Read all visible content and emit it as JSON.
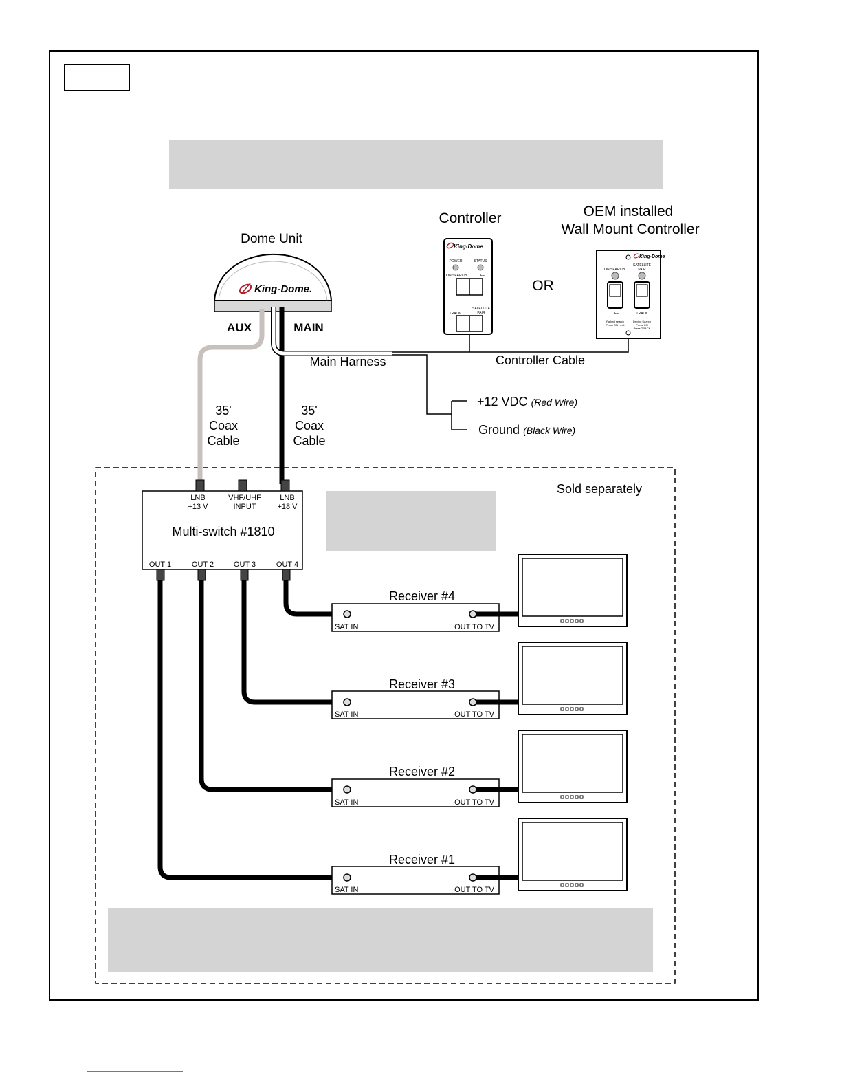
{
  "dome": {
    "title": "Dome Unit",
    "brand": "King-Dome.",
    "aux_label": "AUX",
    "main_label": "MAIN"
  },
  "cables": {
    "aux_coax": [
      "35'",
      "Coax",
      "Cable"
    ],
    "main_coax": [
      "35'",
      "Coax",
      "Cable"
    ],
    "main_harness": "Main Harness",
    "controller_cable": "Controller Cable",
    "power_positive": "+12 VDC",
    "power_positive_note": "(Red Wire)",
    "power_ground": "Ground",
    "power_ground_note": "(Black Wire)"
  },
  "controller": {
    "title": "Controller",
    "brand": "King-Dome",
    "power_label": "POWER",
    "status_label": "STATUS",
    "on_search_label": "ON/SEARCH",
    "off_label": "OFF",
    "track_label": "TRACK",
    "satellite_pair_label": [
      "SATELLITE",
      "PAIR"
    ]
  },
  "or_label": "OR",
  "wall_controller": {
    "title": [
      "OEM installed",
      "Wall Mount Controller"
    ],
    "brand": "King-Dome",
    "on_search_label": "ON/SEARCH",
    "satellite_pair_label": [
      "SATELLITE",
      "PAIR"
    ],
    "off_label": "OFF",
    "track_label": "TRACK",
    "left_note": [
      "Parked search",
      "Press ON / exit"
    ],
    "right_note": [
      "Driving Search",
      "Press ON",
      "Press TRACK"
    ]
  },
  "sold_separately": "Sold separately",
  "multiswitch": {
    "title": "Multi-switch #1810",
    "inputs": [
      {
        "line1": "LNB",
        "line2": "+13 V"
      },
      {
        "line1": "VHF/UHF",
        "line2": "INPUT"
      },
      {
        "line1": "LNB",
        "line2": "+18 V"
      }
    ],
    "outputs": [
      "OUT 1",
      "OUT 2",
      "OUT 3",
      "OUT 4"
    ]
  },
  "receivers": [
    {
      "name": "Receiver #4",
      "in_label": "SAT IN",
      "out_label": "OUT TO TV"
    },
    {
      "name": "Receiver #3",
      "in_label": "SAT IN",
      "out_label": "OUT TO TV"
    },
    {
      "name": "Receiver #2",
      "in_label": "SAT IN",
      "out_label": "OUT TO TV"
    },
    {
      "name": "Receiver #1",
      "in_label": "SAT IN",
      "out_label": "OUT TO TV"
    }
  ],
  "colors": {
    "aux_cable": "#c8c0bc",
    "main_cable": "#000000",
    "gray_box": "#d4d4d4"
  }
}
